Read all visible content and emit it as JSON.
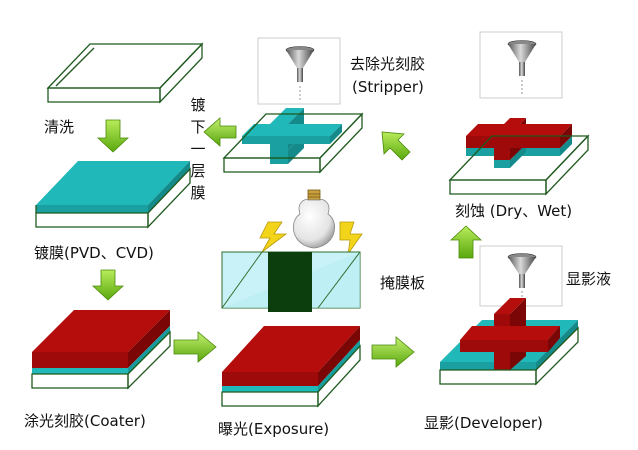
{
  "labels": {
    "clean": "清洗",
    "deposit": "镀膜(PVD、CVD)",
    "coat": "涂光刻胶(Coater)",
    "expose": "曝光(Exposure)",
    "develop": "显影(Developer)",
    "etch": "刻蚀 (Dry、Wet)",
    "stripper_cn": "去除光刻胶",
    "stripper_en": "(Stripper)",
    "mask": "掩膜板",
    "developer_fluid": "显影液",
    "next_layer": [
      "镀",
      "下",
      "一",
      "层",
      "膜"
    ]
  },
  "colors": {
    "outline": "#1f5a1f",
    "film": "#20b8b8",
    "film_light": "#7fe0e0",
    "photoresist": "#b50c0c",
    "photoresist_dark": "#7a0606",
    "arrow": "#7fcc1a",
    "mask_fill": "#c8f2f7",
    "mask_bar": "#0c3d0c",
    "lightning": "#f2d41a"
  },
  "icons": [
    "funnel-icon",
    "light-bulb-icon",
    "lightning-icon",
    "arrow-icon"
  ]
}
